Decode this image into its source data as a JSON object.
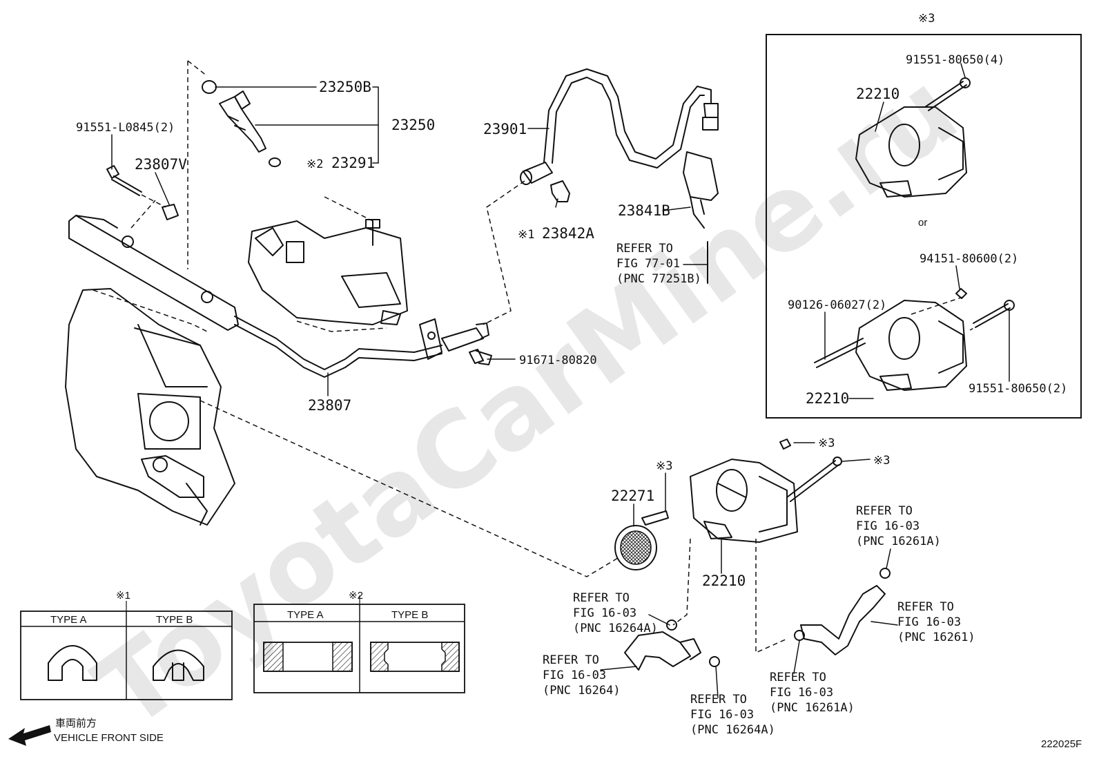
{
  "watermark": "ToyotaCarMine.ru",
  "parts": {
    "p23250B": "23250B",
    "p23250": "23250",
    "p23291": "23291",
    "note2_upper": "※2",
    "p91551L0845": "91551-L0845(2)",
    "p23807V": "23807V",
    "p23807": "23807",
    "p23901": "23901",
    "p23842A": "23842A",
    "note1_upper": "※1",
    "p23841B": "23841B",
    "p91671": "91671-80820",
    "p22271": "22271",
    "p22210_main": "22210",
    "note3_a": "※3",
    "note3_b": "※3",
    "note3_c": "※3"
  },
  "refs": {
    "r77": {
      "l1": "REFER TO",
      "l2": "FIG 77-01",
      "l3": "(PNC 77251B)"
    },
    "r16264A": {
      "l1": "REFER TO",
      "l2": "FIG 16-03",
      "l3": "(PNC 16264A)"
    },
    "r16264": {
      "l1": "REFER TO",
      "l2": "FIG 16-03",
      "l3": "(PNC 16264)"
    },
    "r16264A_b": {
      "l1": "REFER TO",
      "l2": "FIG 16-03",
      "l3": "(PNC 16264A)"
    },
    "r16261A_b": {
      "l1": "REFER TO",
      "l2": "FIG 16-03",
      "l3": "(PNC 16261A)"
    },
    "r16261A": {
      "l1": "REFER TO",
      "l2": "FIG 16-03",
      "l3": "(PNC 16261A)"
    },
    "r16261": {
      "l1": "REFER TO",
      "l2": "FIG 16-03",
      "l3": "(PNC 16261)"
    }
  },
  "inset": {
    "note": "※3",
    "upper_bolt": "91551-80650(4)",
    "upper_body": "22210",
    "or": "or",
    "nut": "94151-80600(2)",
    "stud": "90126-06027(2)",
    "lower_body": "22210",
    "lower_bolt": "91551-80650(2)"
  },
  "table1": {
    "note": "※1",
    "col_a": "TYPE A",
    "col_b": "TYPE B"
  },
  "table2": {
    "note": "※2",
    "col_a": "TYPE A",
    "col_b": "TYPE B"
  },
  "direction": {
    "jp": "車両前方",
    "en": "VEHICLE FRONT SIDE"
  },
  "fig_code": "222025F"
}
